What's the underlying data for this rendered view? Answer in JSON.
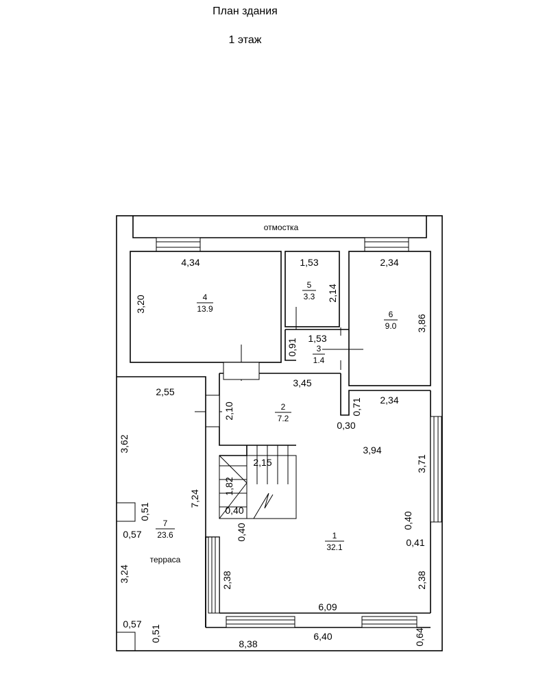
{
  "header": {
    "title": "План здания",
    "floor": "1 этаж"
  },
  "labels": {
    "otmostka": "отмостка",
    "terrace": "терраса"
  },
  "rooms": [
    {
      "num": "4",
      "area": "13.9"
    },
    {
      "num": "5",
      "area": "3.3"
    },
    {
      "num": "6",
      "area": "9.0"
    },
    {
      "num": "3",
      "area": "1.4"
    },
    {
      "num": "2",
      "area": "7.2"
    },
    {
      "num": "1",
      "area": "32.1"
    },
    {
      "num": "7",
      "area": "23.6"
    }
  ],
  "dimensions": {
    "r4_w": "4,34",
    "r4_h": "3,20",
    "r5_w": "1,53",
    "r5_h": "2,14",
    "r6_w": "2,34",
    "r6_h": "3,86",
    "r3_w": "1,53",
    "r3_h": "0,91",
    "r2_w": "3,45",
    "r2_h": "2,10",
    "t_top": "2,55",
    "t_h1": "3,62",
    "t_h2": "3,24",
    "t_full": "7,24",
    "t_box1_w": "0,57",
    "t_box1_h": "0,51",
    "t_box2_w": "0,57",
    "t_box2_h": "0,51",
    "r1_w1": "2,34",
    "r1_h1": "0,71",
    "r1_step": "0,30",
    "r1_mid": "3,94",
    "r1_rh1": "3,71",
    "r1_rh2": "0,40",
    "r1_rh3": "0,41",
    "r1_rh4": "2,38",
    "r1_lh": "2,38",
    "r1_bottom": "6,09",
    "st_w": "2,15",
    "st_h": "1,82",
    "st_a": "0,40",
    "st_b": "0,40",
    "ext_bottom1": "8,38",
    "ext_bottom2": "6,40",
    "ext_corner": "0,64"
  }
}
